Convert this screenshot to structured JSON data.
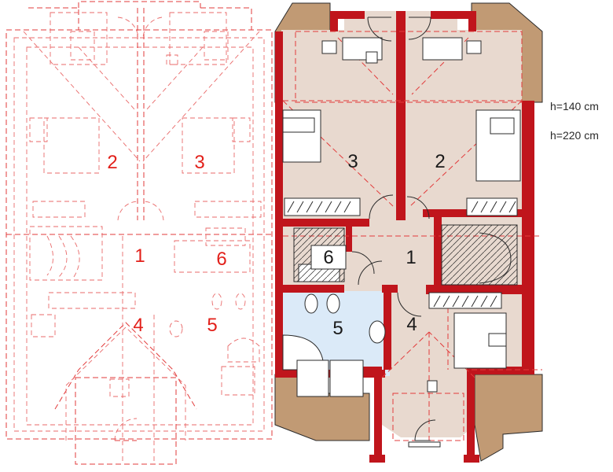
{
  "colors": {
    "wall": "#c0151c",
    "floor": "#e8d9cf",
    "bathroom_floor": "#dbeaf8",
    "roof": "#c19a74",
    "ghost_plan": "#e23b3b"
  },
  "height_labels": {
    "h140": "h=140 cm",
    "h220": "h=220 cm"
  },
  "left_plan_labels": {
    "room1": "1",
    "room2": "2",
    "room3": "3",
    "room4": "4",
    "room5": "5",
    "room6": "6"
  },
  "right_plan_labels": {
    "room1": "1",
    "room2": "2",
    "room3": "3",
    "room4": "4",
    "room5": "5",
    "room6": "6"
  }
}
